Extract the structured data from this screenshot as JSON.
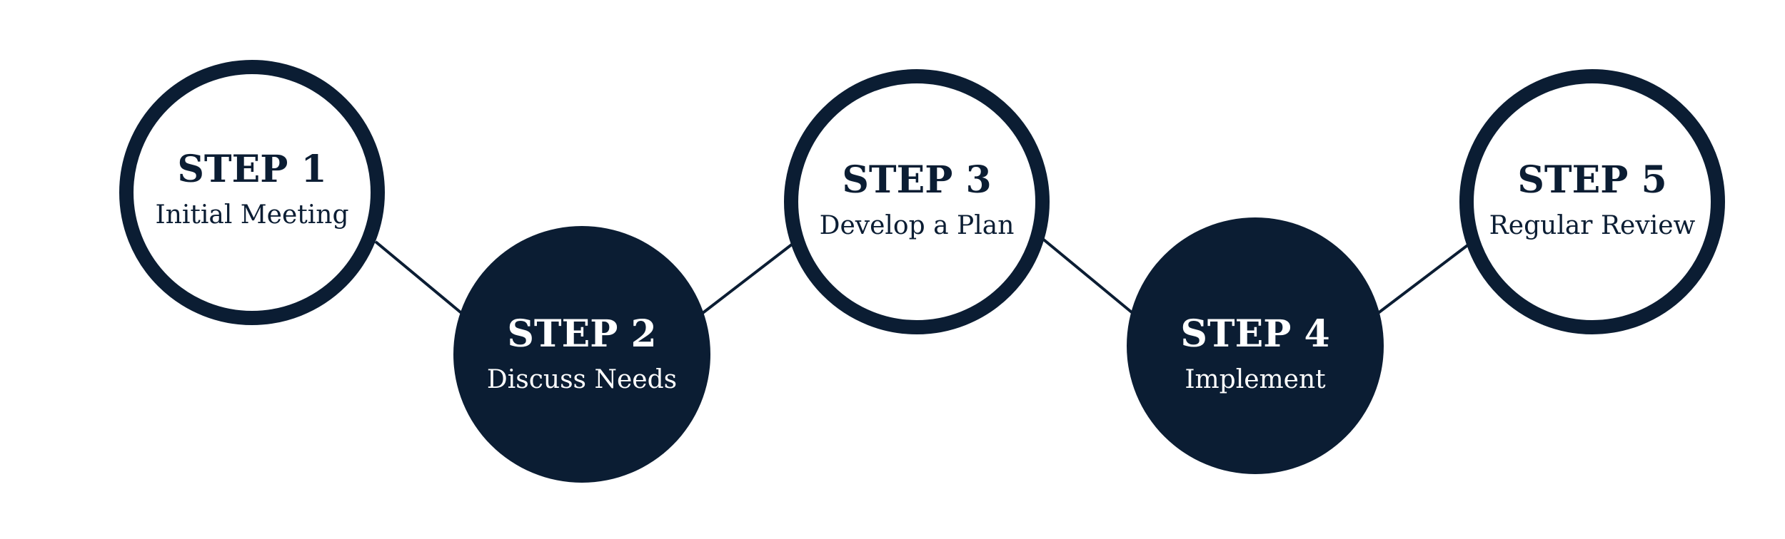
{
  "colors": {
    "navy": "#0b1d33",
    "white": "#ffffff"
  },
  "steps": [
    {
      "title": "STEP 1",
      "label": "Initial Meeting",
      "style": "outline"
    },
    {
      "title": "STEP 2",
      "label": "Discuss Needs",
      "style": "filled"
    },
    {
      "title": "STEP 3",
      "label": "Develop a Plan",
      "style": "outline"
    },
    {
      "title": "STEP 4",
      "label": "Implement",
      "style": "filled"
    },
    {
      "title": "STEP 5",
      "label": "Regular Review",
      "style": "outline"
    }
  ]
}
